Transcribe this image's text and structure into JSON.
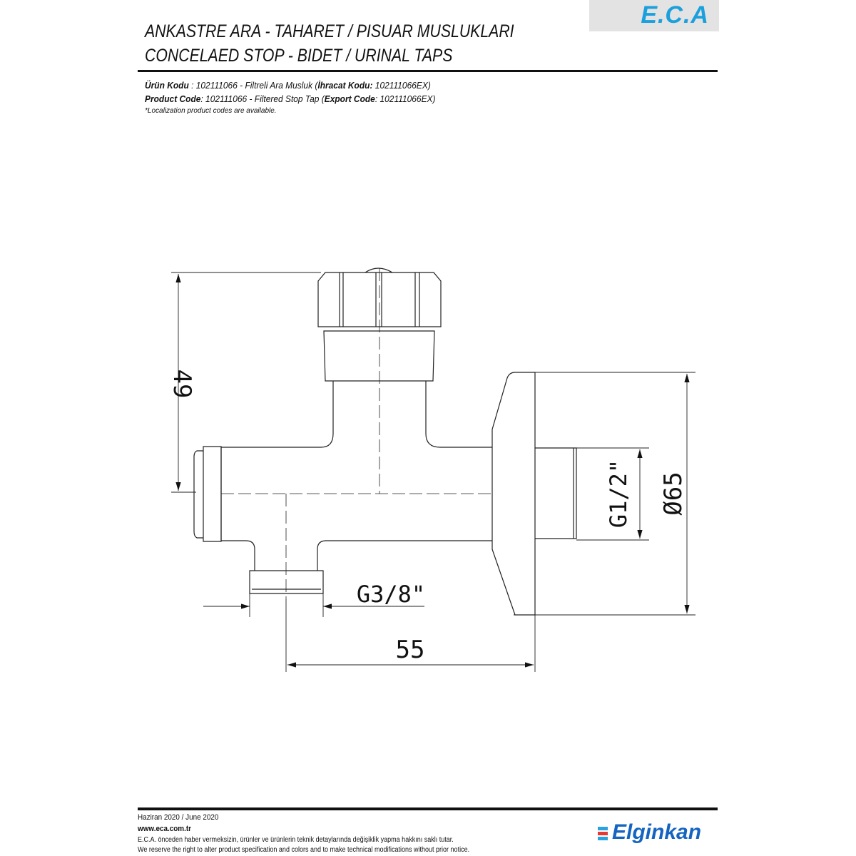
{
  "logo": {
    "brand": "E.C.A"
  },
  "header": {
    "title_tr": "ANKASTRE ARA - TAHARET / PISUAR MUSLUKLARI",
    "title_en": "CONCELAED STOP - BIDET / URINAL TAPS"
  },
  "product": {
    "tr_label": "Ürün Kodu",
    "tr_text": "   : 102111066 - Filtreli Ara Musluk (",
    "tr_export_label": "İhracat Kodu:",
    "tr_export_value": " 102111066EX)",
    "en_label": "Product Code",
    "en_text": ": 102111066 - Filtered Stop Tap (",
    "en_export_label": "Export Code",
    "en_export_value": ": 102111066EX)",
    "note": "*Localization product codes are available."
  },
  "dimensions": {
    "height": "49",
    "flange_diameter": "Ø65",
    "inlet_thread": "G1/2\"",
    "outlet_thread": "G3/8\"",
    "length": "55"
  },
  "footer": {
    "date": "Haziran 2020 / June 2020",
    "website": "www.eca.com.tr",
    "disclaimer_tr": "E.C.A. önceden haber vermeksizin, ürünler ve ürünlerin teknik detaylarında değişiklik yapma hakkını saklı tutar.",
    "disclaimer_en": "We reserve the right to alter product specification and colors and to make technical modifications without prior notice.",
    "company": "Elginkan"
  },
  "colors": {
    "eca_blue": "#1aa0dc",
    "elginkan_blue": "#1565c0",
    "elginkan_red": "#e53935"
  }
}
